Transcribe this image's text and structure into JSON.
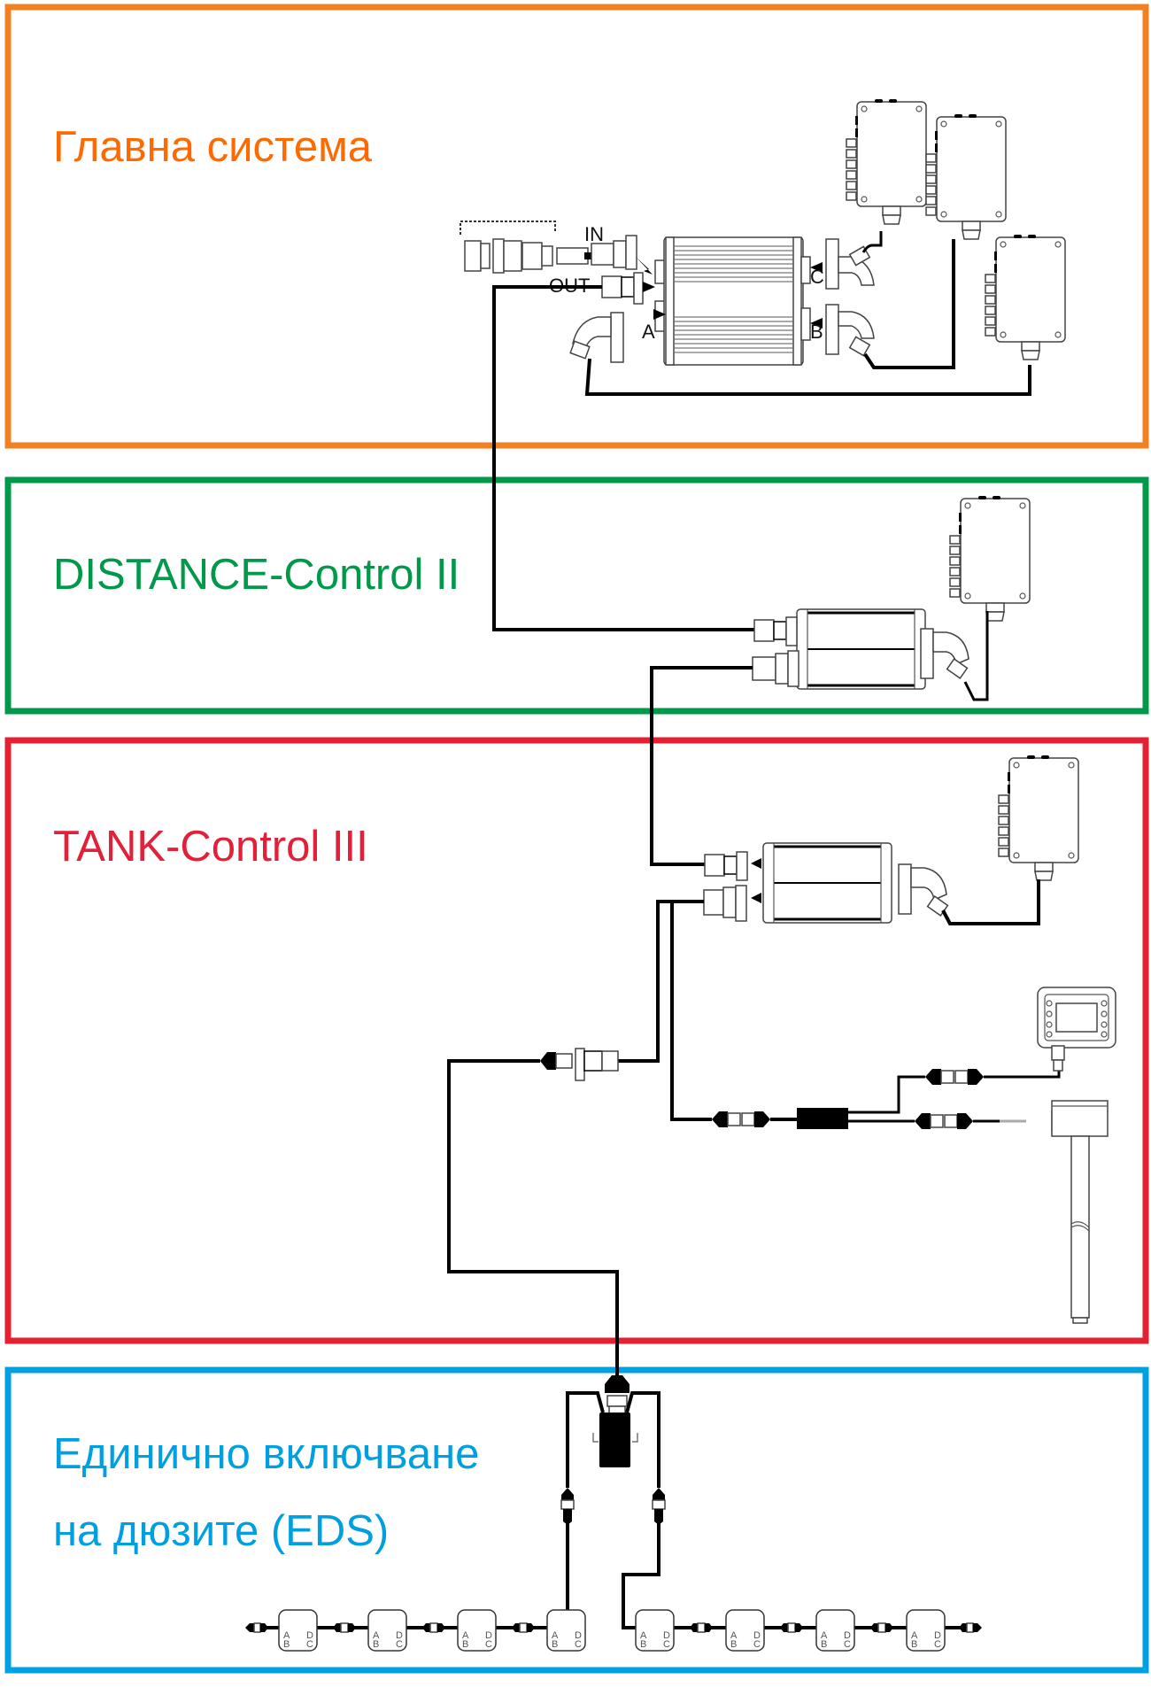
{
  "sections": [
    {
      "id": "main-system",
      "title_lines": [
        "Главна система"
      ],
      "color": "#f08020",
      "title_color": "#ff6a00"
    },
    {
      "id": "distance-control",
      "title_lines": [
        "DISTANCE-Control II"
      ],
      "color": "#00994a",
      "title_color": "#00994a"
    },
    {
      "id": "tank-control",
      "title_lines": [
        "TANK-Control III"
      ],
      "color": "#e52030",
      "title_color": "#e2203a"
    },
    {
      "id": "eds",
      "title_lines": [
        "Единично включване",
        "на дюзите (EDS)"
      ],
      "color": "#00a0e2",
      "title_color": "#009fe0"
    }
  ],
  "main_system": {
    "connector_labels": {
      "in": "IN",
      "out": "OUT"
    },
    "port_labels": {
      "a": "A",
      "b": "B",
      "c": "C"
    }
  },
  "nozzles": {
    "count": 8,
    "port_labels": {
      "top_left": "A",
      "bottom_left": "B",
      "top_right": "D",
      "bottom_right": "C"
    }
  },
  "colors": {
    "cable": "#000000",
    "component_outline": "#444444"
  }
}
